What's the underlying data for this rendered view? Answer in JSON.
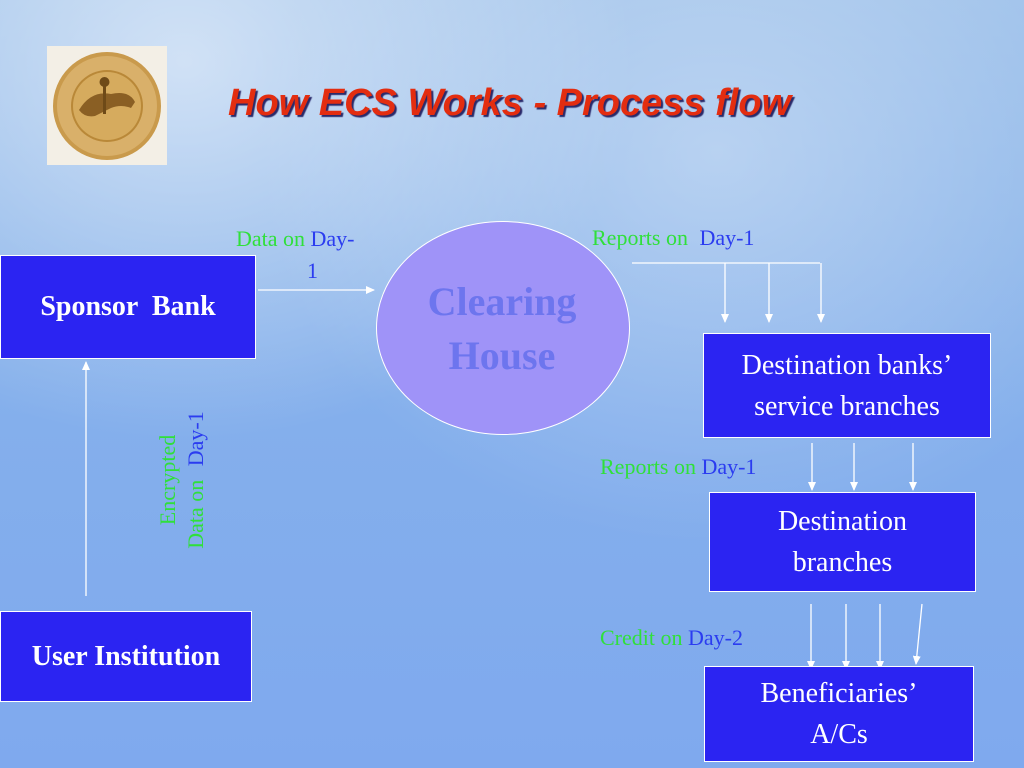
{
  "slide": {
    "title": "How ECS Works - Process flow",
    "logo_icon": "rbi-seal-icon"
  },
  "nodes": {
    "sponsor_bank": "Sponsor  Bank",
    "user_institution": "User Institution",
    "clearing_house_line1": "Clearing",
    "clearing_house_line2": "House",
    "destination_service_line1": "Destination banks’",
    "destination_service_line2": "service branches",
    "destination_branches_line1": "Destination",
    "destination_branches_line2": "branches",
    "beneficiaries_line1": "Beneficiaries’",
    "beneficiaries_line2": "A/Cs"
  },
  "labels": {
    "data_on": "Data on",
    "data_day": "Day-",
    "data_day_cont": "1",
    "reports_on_1": "Reports on",
    "reports_day_1": "Day-1",
    "reports_on_2": "Reports on",
    "reports_day_2": "Day-1",
    "credit_on": "Credit on",
    "credit_day": "Day-2",
    "encrypted": "Encrypted",
    "data_on_vertical": "Data on",
    "day_vertical": "Day-1"
  },
  "colors": {
    "box_fill": "#2b24f2",
    "title": "#e32d10",
    "label_green": "#2fe03a",
    "label_blue": "#2b3cf0",
    "ellipse_fill": "#9f93f8"
  }
}
